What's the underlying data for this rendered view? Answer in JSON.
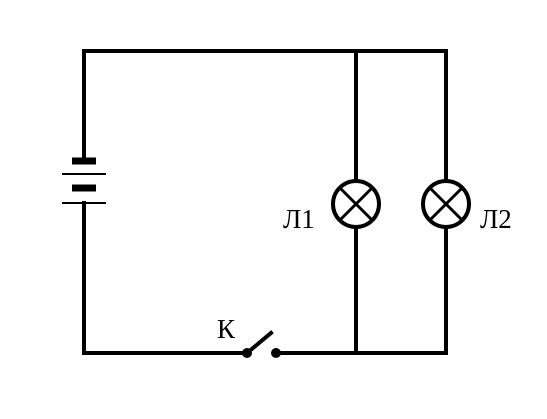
{
  "labels": {
    "lamp1": "Л1",
    "lamp2": "Л2",
    "switch": "К"
  },
  "colors": {
    "line": "#000000",
    "background": "#ffffff"
  },
  "components": {
    "battery": "battery-icon",
    "lamp": "lamp-icon",
    "switch": "open-switch-icon"
  }
}
